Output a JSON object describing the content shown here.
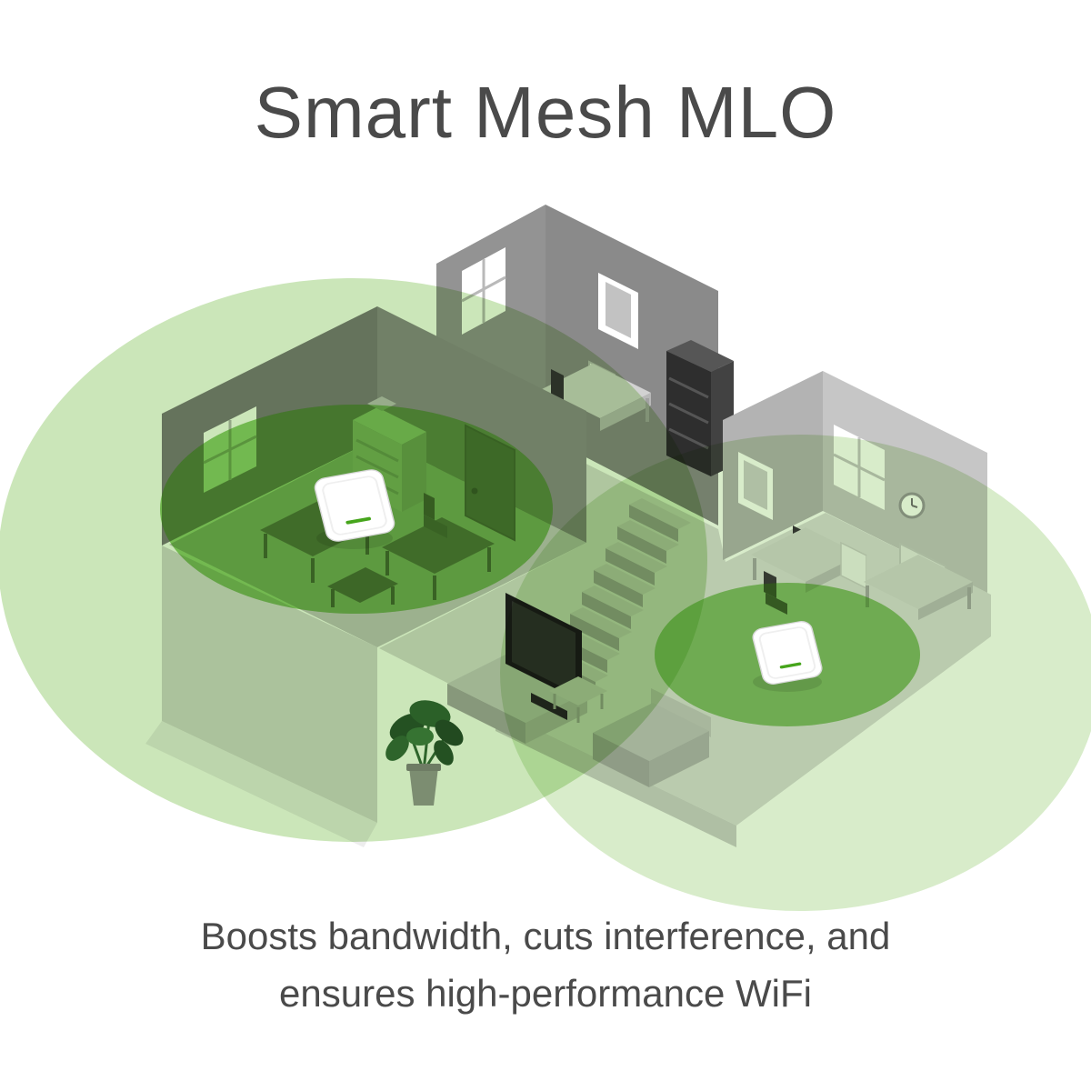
{
  "header": {
    "title": "Smart Mesh MLO"
  },
  "caption": {
    "line1": "Boosts bandwidth, cuts interference, and",
    "line2": "ensures high-performance WiFi"
  },
  "colors": {
    "text": "#4a4a4a",
    "coverage_green": "#7dbf4e",
    "coverage_inner_green": "#46a51c",
    "background": "#ffffff"
  },
  "illustration": {
    "access_points": [
      "access-point-left",
      "access-point-right"
    ],
    "coverage_zones": [
      "coverage-circle-left",
      "coverage-circle-right",
      "inner-coverage-left",
      "inner-coverage-right"
    ]
  }
}
